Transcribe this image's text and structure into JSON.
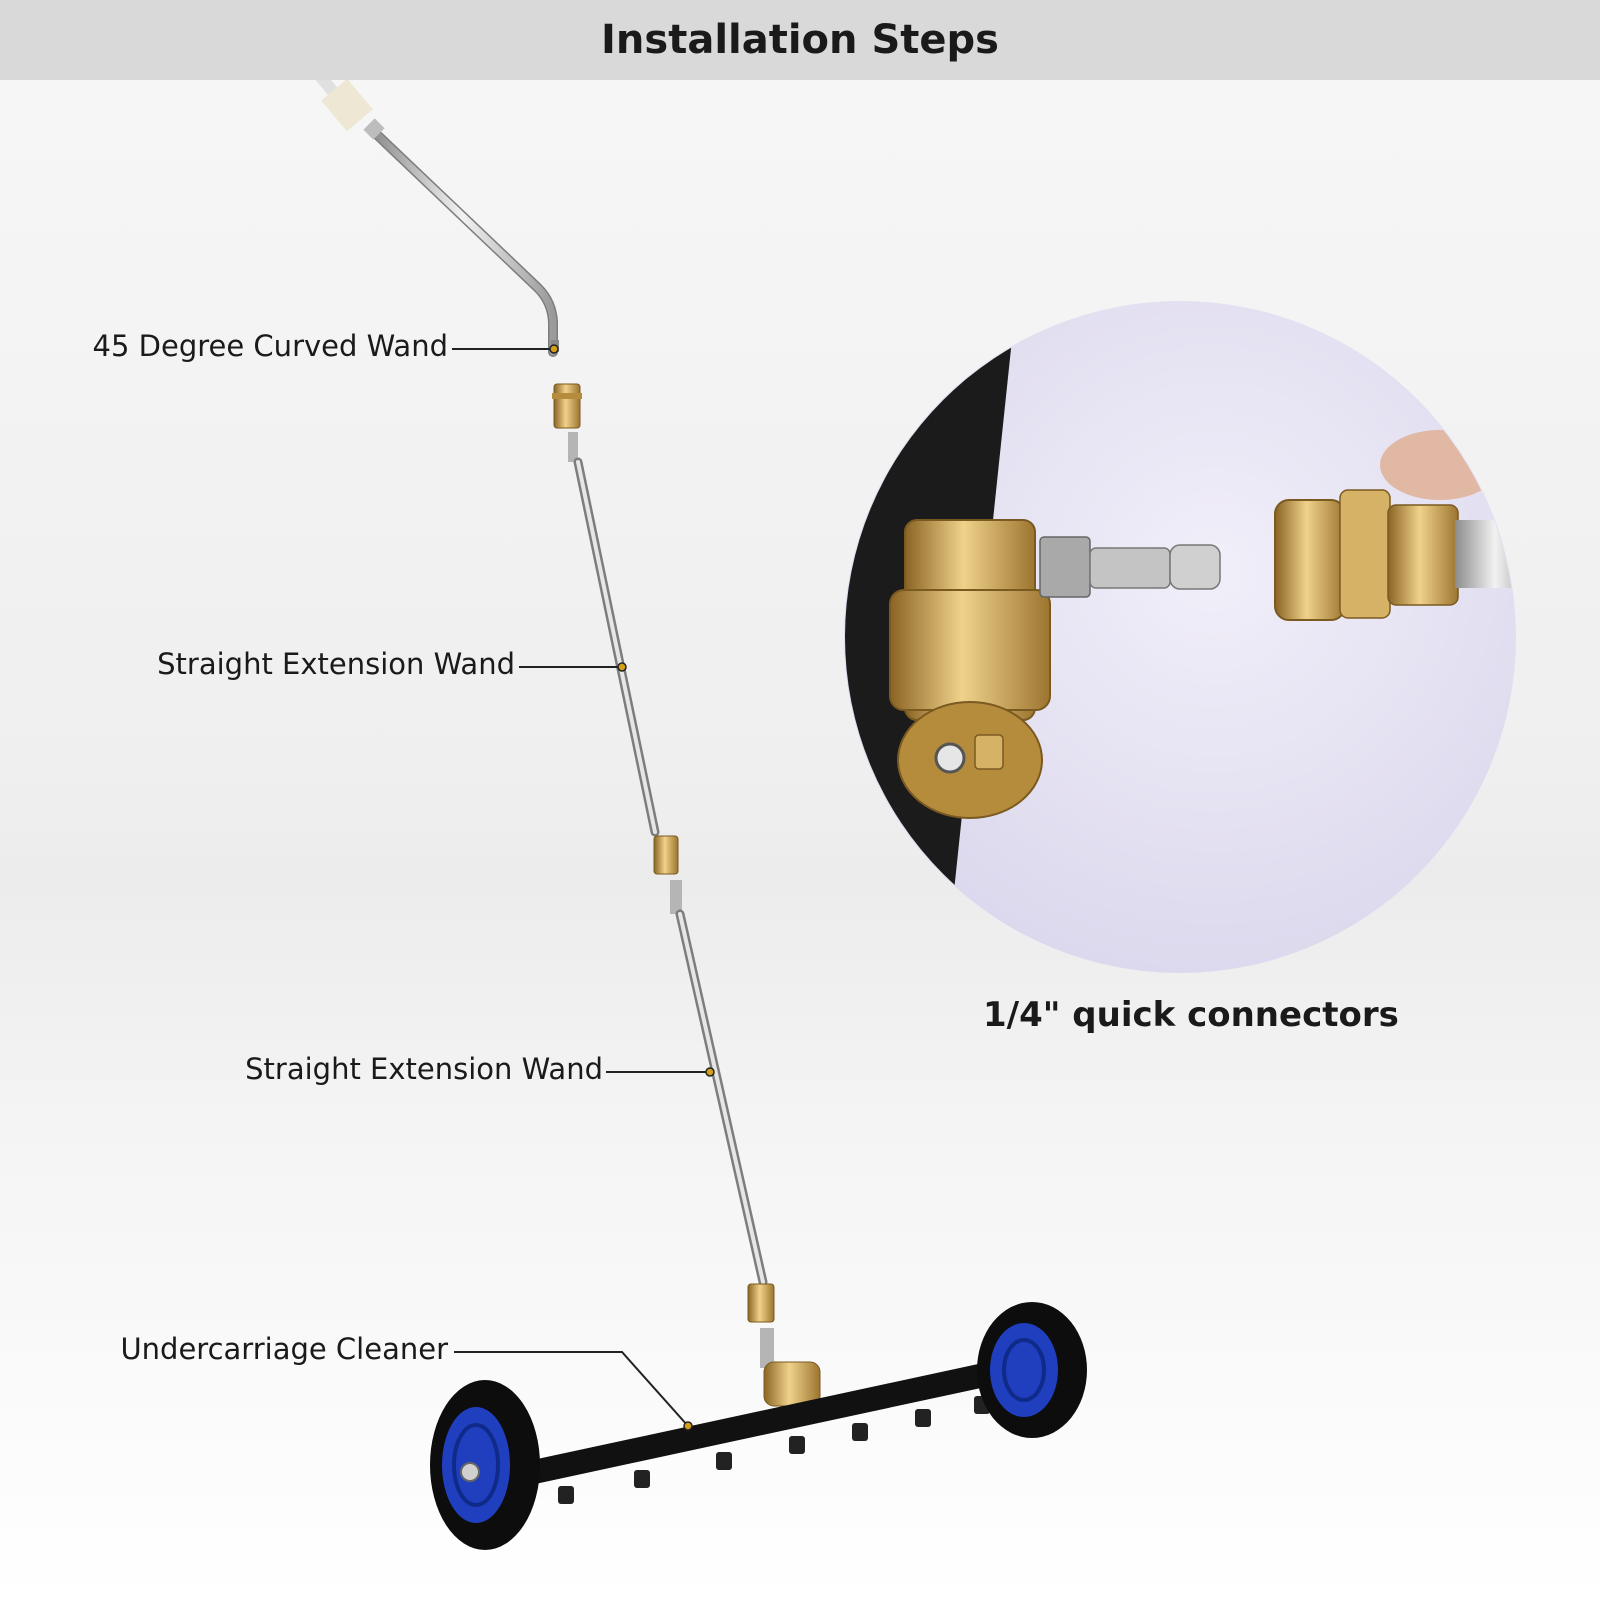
{
  "header": {
    "title": "Installation Steps"
  },
  "callouts": {
    "curved_wand": "45 Degree Curved Wand",
    "straight_wand_1": "Straight Extension Wand",
    "straight_wand_2": "Straight Extension Wand",
    "undercarriage": "Undercarriage Cleaner"
  },
  "detail": {
    "caption": "1/4\" quick connectors"
  },
  "colors": {
    "header_bg": "#d9d9d9",
    "accent_dot": "#d4a017",
    "brass": "#c9a14a",
    "wheel_hub": "#1f3fbf",
    "detail_bg": "#e4e1f2"
  }
}
